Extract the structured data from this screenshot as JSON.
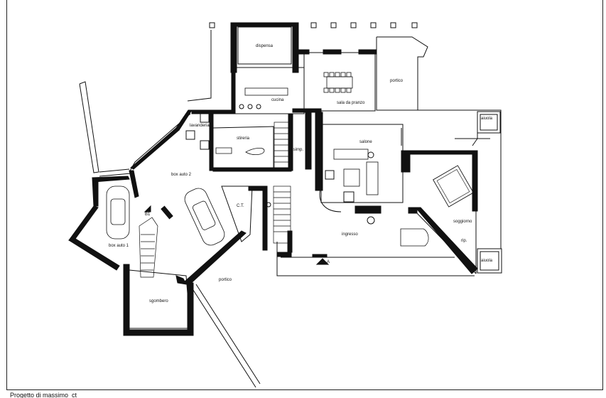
{
  "rooms": {
    "dispensa": "dispensa",
    "portico_top": "portico",
    "cucina": "cucina",
    "sala_da_pranzo": "sala da pranzo",
    "lavanderia": "lavanderia",
    "stireria": "stireria",
    "disimp": "disimp.",
    "salone": "salone",
    "aiuola_top": "aiuola",
    "box_auto_2": "box auto 2",
    "ct": "C.T.",
    "b1": "B1",
    "box_auto_1": "box auto 1",
    "soggiorno": "soggiorno",
    "rip": "rip.",
    "ingresso": "ingresso",
    "aiuola_bottom": "aiuola",
    "portico_bottom": "portico",
    "sgombero": "sgombero",
    "section_mark": "A"
  },
  "caption": "Progetto di massimo_ct"
}
